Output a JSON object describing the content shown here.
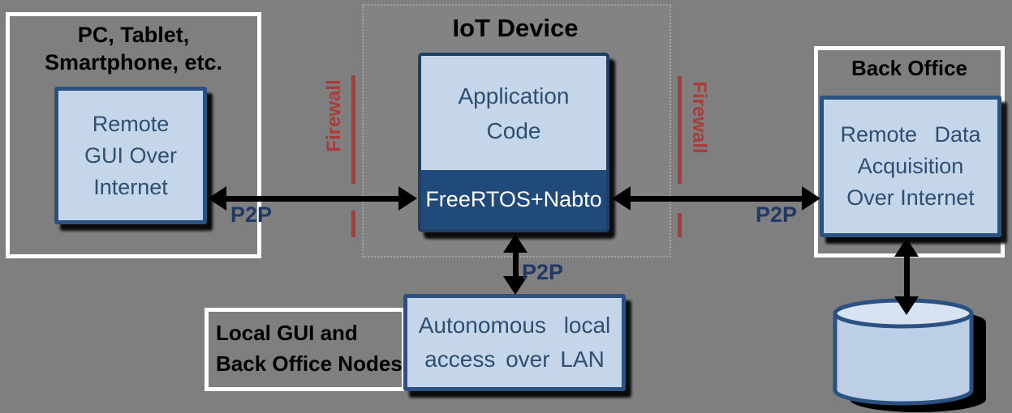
{
  "colors": {
    "background": "#7F7F7F",
    "node_fill": "#C5D6EA",
    "node_border": "#2A5182",
    "node_text": "#2F4F70",
    "iot_core_fill": "#1F4A7A",
    "core_text": "#FFFFFF",
    "p2p_text": "#1F3864",
    "firewall_red": "#A93C3C",
    "group_border": "#FFFFFF",
    "caption_text": "#000000",
    "arrow": "#000000"
  },
  "left_group": {
    "title_lines": [
      "PC, Tablet,",
      "Smartphone, etc."
    ],
    "node_lines": [
      "Remote",
      "GUI Over",
      "Internet"
    ]
  },
  "iot_device": {
    "title": "IoT Device",
    "app_lines": [
      "Application",
      "Code"
    ],
    "core_label": "FreeRTOS+Nabto"
  },
  "back_office_group": {
    "title": "Back Office",
    "node_lines": [
      "Remote Data",
      "Acquisition",
      "Over Internet"
    ]
  },
  "local_group": {
    "label_lines": [
      "Local GUI and",
      "Back Office Nodes"
    ],
    "node_lines": [
      "Autonomous local",
      "access over LAN"
    ]
  },
  "firewalls": {
    "left": "Firewall",
    "right": "Firewall"
  },
  "p2p_labels": {
    "left": "P2P",
    "right": "P2P",
    "lan": "P2P"
  }
}
